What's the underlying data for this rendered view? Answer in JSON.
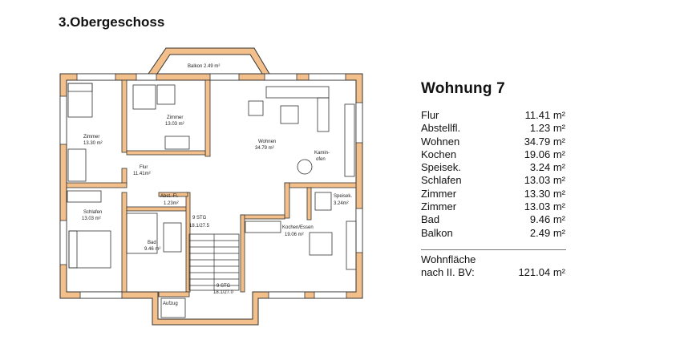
{
  "floor_title": "3.Obergeschoss",
  "apartment": {
    "title": "Wohnung 7",
    "areas": [
      {
        "name": "Flur",
        "value": "11.41 m²"
      },
      {
        "name": "Abstellfl.",
        "value": "1.23 m²"
      },
      {
        "name": "Wohnen",
        "value": "34.79 m²"
      },
      {
        "name": "Kochen",
        "value": "19.06 m²"
      },
      {
        "name": "Speisek.",
        "value": "3.24 m²"
      },
      {
        "name": "Schlafen",
        "value": "13.03 m²"
      },
      {
        "name": "Zimmer",
        "value": "13.30 m²"
      },
      {
        "name": "Zimmer",
        "value": "13.03 m²"
      },
      {
        "name": "Bad",
        "value": "9.46 m²"
      },
      {
        "name": "Balkon",
        "value": "2.49 m²"
      }
    ],
    "total_label_1": "Wohnfläche",
    "total_label_2": "nach II. BV:",
    "total_value": "121.04 m²"
  },
  "plan_labels": {
    "balkon": "Balkon  2.49  m²",
    "zimmer_top_name": "Zimmer",
    "zimmer_top_area": "13.03 m²",
    "zimmer_left_name": "Zimmer",
    "zimmer_left_area": "13.30 m²",
    "wohnen_name": "Wohnen",
    "wohnen_area": "34.79 m²",
    "kamin_1": "Kamin-",
    "kamin_2": "ofen",
    "flur_name": "Flur",
    "flur_area": "11.41m²",
    "abst_name": "Abst.-Fl.",
    "abst_area": "1.23m²",
    "speisek_name": "Speisek.",
    "speisek_area": "3.24m²",
    "schlafen_name": "Schlafen",
    "schlafen_area": "13.03 m²",
    "bad_name": "Bad",
    "bad_area": "9.46 m²",
    "stair_top_1": "9 STG",
    "stair_top_2": "18.1/27.5",
    "stair_bot_1": "9 STG",
    "stair_bot_2": "18.1/27.0",
    "kochen_name": "Kochen/Essen",
    "kochen_area": "19.06 m²",
    "aufzug": "Aufzug"
  }
}
